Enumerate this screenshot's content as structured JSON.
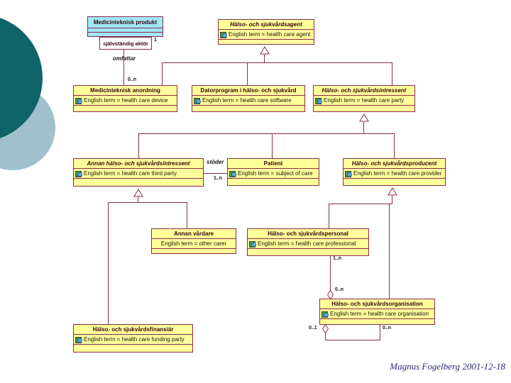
{
  "diagram": {
    "classes": {
      "produkt": {
        "title": "Medicinteknisk produkt"
      },
      "agent": {
        "title": "Hälso- och sjukvårdsagent",
        "attr": "English term = health care agent"
      },
      "anordning": {
        "title": "Medicinteknisk anordning",
        "attr": "English term = health care device"
      },
      "datorprogram": {
        "title": "Datorprogram i hälso- och sjukvård",
        "attr": "English term = health care software"
      },
      "intressent": {
        "title": "Hälso- och sjukvårdsintressent",
        "attr": "English term = health care party"
      },
      "annan_intressent": {
        "title": "Annan hälso- och sjukvårdsintressent",
        "attr": "English term = health care third party"
      },
      "patient": {
        "title": "Patient",
        "attr": "English term = subject of care"
      },
      "producent": {
        "title": "Hälso- och sjukvårdsproducent",
        "attr": "English term = health care provider"
      },
      "annan_vardare": {
        "title": "Annan vårdare",
        "attr": "English term = other carer"
      },
      "personal": {
        "title": "Hälso- och sjukvårdspersonal",
        "attr": "English term = health care professional"
      },
      "org": {
        "title": "Hälso- och sjukvårdsorganisation",
        "attr": "English term = health care organisation"
      },
      "finansiar": {
        "title": "Hälso- och sjukvårdsfinansiär",
        "attr": "English term = health care funding party"
      }
    },
    "labels": {
      "role_produkt": "självständig aktör",
      "mult_produkt": "1",
      "assoc_omfattar": "omfattar",
      "mult_omfattar": "0..n",
      "assoc_stoder": "stöder",
      "mult_stoder": "1..n",
      "mult_personal": "1..n",
      "mult_org_personal": "0..n",
      "mult_self_left": "0..1",
      "mult_self_right": "0..n"
    },
    "footer": "Magnus Fogelberg 2001-12-18",
    "colors": {
      "line": "#8d2a52",
      "class_fill": "#ffff99",
      "produkt_fill": "#9fe8f4",
      "circle_dark": "#0e6468",
      "circle_light": "#9fc0cc",
      "footer_text": "#2a2a7a"
    }
  }
}
